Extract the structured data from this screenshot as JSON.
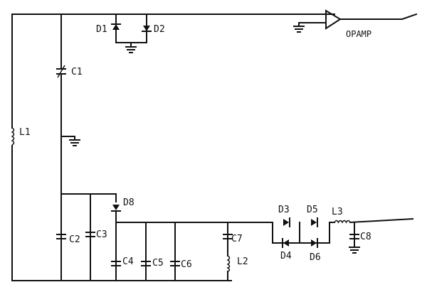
{
  "labels": {
    "L1": "L1",
    "C1": "C1",
    "D1": "D1",
    "D2": "D2",
    "OPAMP": "OPAMP",
    "C2": "C2",
    "C3": "C3",
    "D8": "D8",
    "C4": "C4",
    "C5": "C5",
    "C6": "C6",
    "C7": "C7",
    "L2": "L2",
    "D3": "D3",
    "D4": "D4",
    "D5": "D5",
    "D6": "D6",
    "L3": "L3",
    "C8": "C8"
  }
}
